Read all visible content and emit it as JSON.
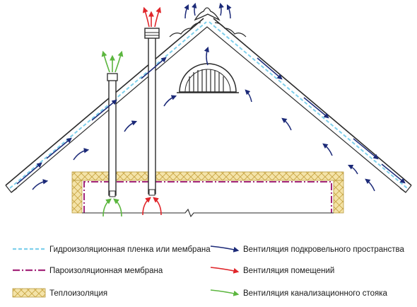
{
  "colors": {
    "roof_line": "#2a2a2a",
    "waterproof_membrane": "#7fd0ec",
    "vapor_barrier": "#a3267a",
    "insulation_fill": "#f4e3a8",
    "insulation_hatch": "#c9a646",
    "arrow_roof_ventilation": "#1c2a78",
    "arrow_room_ventilation": "#e0262b",
    "arrow_sewer_ventilation": "#5cb63f"
  },
  "icons": {
    "roof_vent": "dormer-vent-icon",
    "ridge": "ridge-cap-icon",
    "stack": "vent-pipe-icon"
  },
  "legend": {
    "waterproof_membrane": "Гидроизоляционная пленка или мембрана",
    "vapor_barrier": "Пароизоляционная мембрана",
    "insulation": "Теплоизоляция",
    "roof_ventilation": "Вентиляция подкровельного пространства",
    "room_ventilation": "Вентиляция помещений",
    "sewer_ventilation": "Вентиляция канализационного стояка"
  }
}
